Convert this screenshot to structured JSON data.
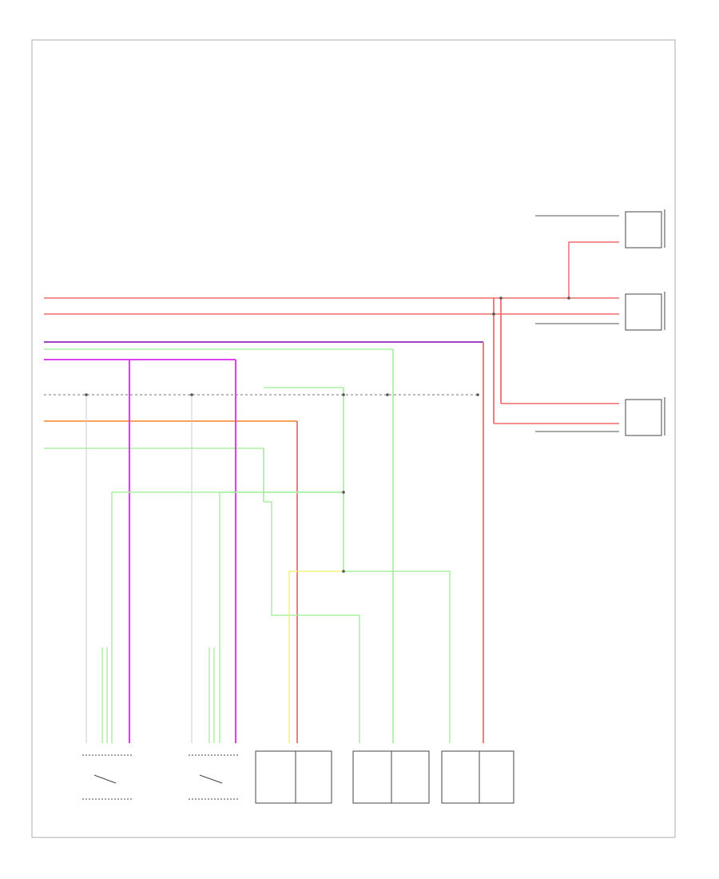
{
  "colors": {
    "frame": "#bbbbbb",
    "red": "#f26b6b",
    "purple": "#a040c0",
    "magenta": "#e040f0",
    "green": "#a8f0a0",
    "orange": "#f7a25a",
    "yellow": "#f5f07a",
    "ground": "#555555",
    "component": "#444444"
  },
  "diagram": {
    "footer_code": ""
  },
  "wires": [
    {
      "name": "red",
      "color": "red"
    },
    {
      "name": "red",
      "color": "red"
    },
    {
      "name": "purple",
      "color": "purple"
    },
    {
      "name": "green",
      "color": "green"
    },
    {
      "name": "magenta",
      "color": "magenta"
    },
    {
      "name": "gray",
      "color": "ground"
    },
    {
      "name": "orange",
      "color": "orange"
    },
    {
      "name": "green",
      "color": "green"
    }
  ],
  "components": [
    {
      "name": "switch-1",
      "label": ""
    },
    {
      "name": "switch-2",
      "label": ""
    },
    {
      "name": "switch-3",
      "label": ""
    },
    {
      "name": "switch-4",
      "label": ""
    },
    {
      "name": "switch-5",
      "label": ""
    },
    {
      "name": "actuator-1",
      "label": ""
    },
    {
      "name": "actuator-2",
      "label": ""
    },
    {
      "name": "actuator-3",
      "label": ""
    }
  ]
}
